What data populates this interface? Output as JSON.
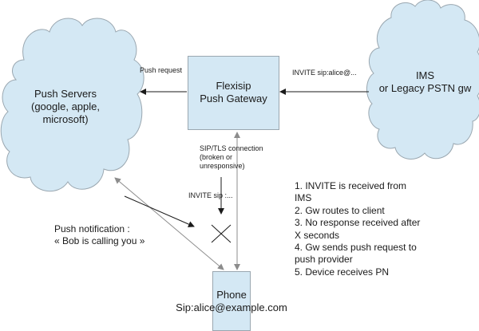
{
  "nodes": {
    "push_servers": {
      "lines": [
        "Push Servers",
        "(google, apple,",
        "microsoft)"
      ]
    },
    "gateway": {
      "lines": [
        "Flexisip",
        "Push Gateway"
      ]
    },
    "ims": {
      "lines": [
        "IMS",
        "or Legacy PSTN gw"
      ]
    },
    "phone": {
      "lines": [
        "Phone",
        "Sip:alice@example.com"
      ]
    }
  },
  "edges": {
    "push_request": "Push request",
    "invite_from_ims": "INVITE sip:alice@...",
    "sip_tls": [
      "SIP/TLS connection",
      "(broken or",
      "unresponsive)"
    ],
    "invite_to_phone": "INVITE sip :...",
    "push_notification": [
      "Push notification :",
      "« Bob is calling you »"
    ]
  },
  "steps": [
    "1. INVITE is received from",
    "IMS",
    "2. Gw routes to client",
    "3. No response received after",
    "X seconds",
    "4. Gw sends push request to",
    "push provider",
    "5. Device receives PN"
  ],
  "colors": {
    "node_fill": "#d4e8f4",
    "node_stroke": "#9aa7b0",
    "arrow_dark": "#1a1a1a",
    "arrow_gray": "#8c8c8c"
  }
}
